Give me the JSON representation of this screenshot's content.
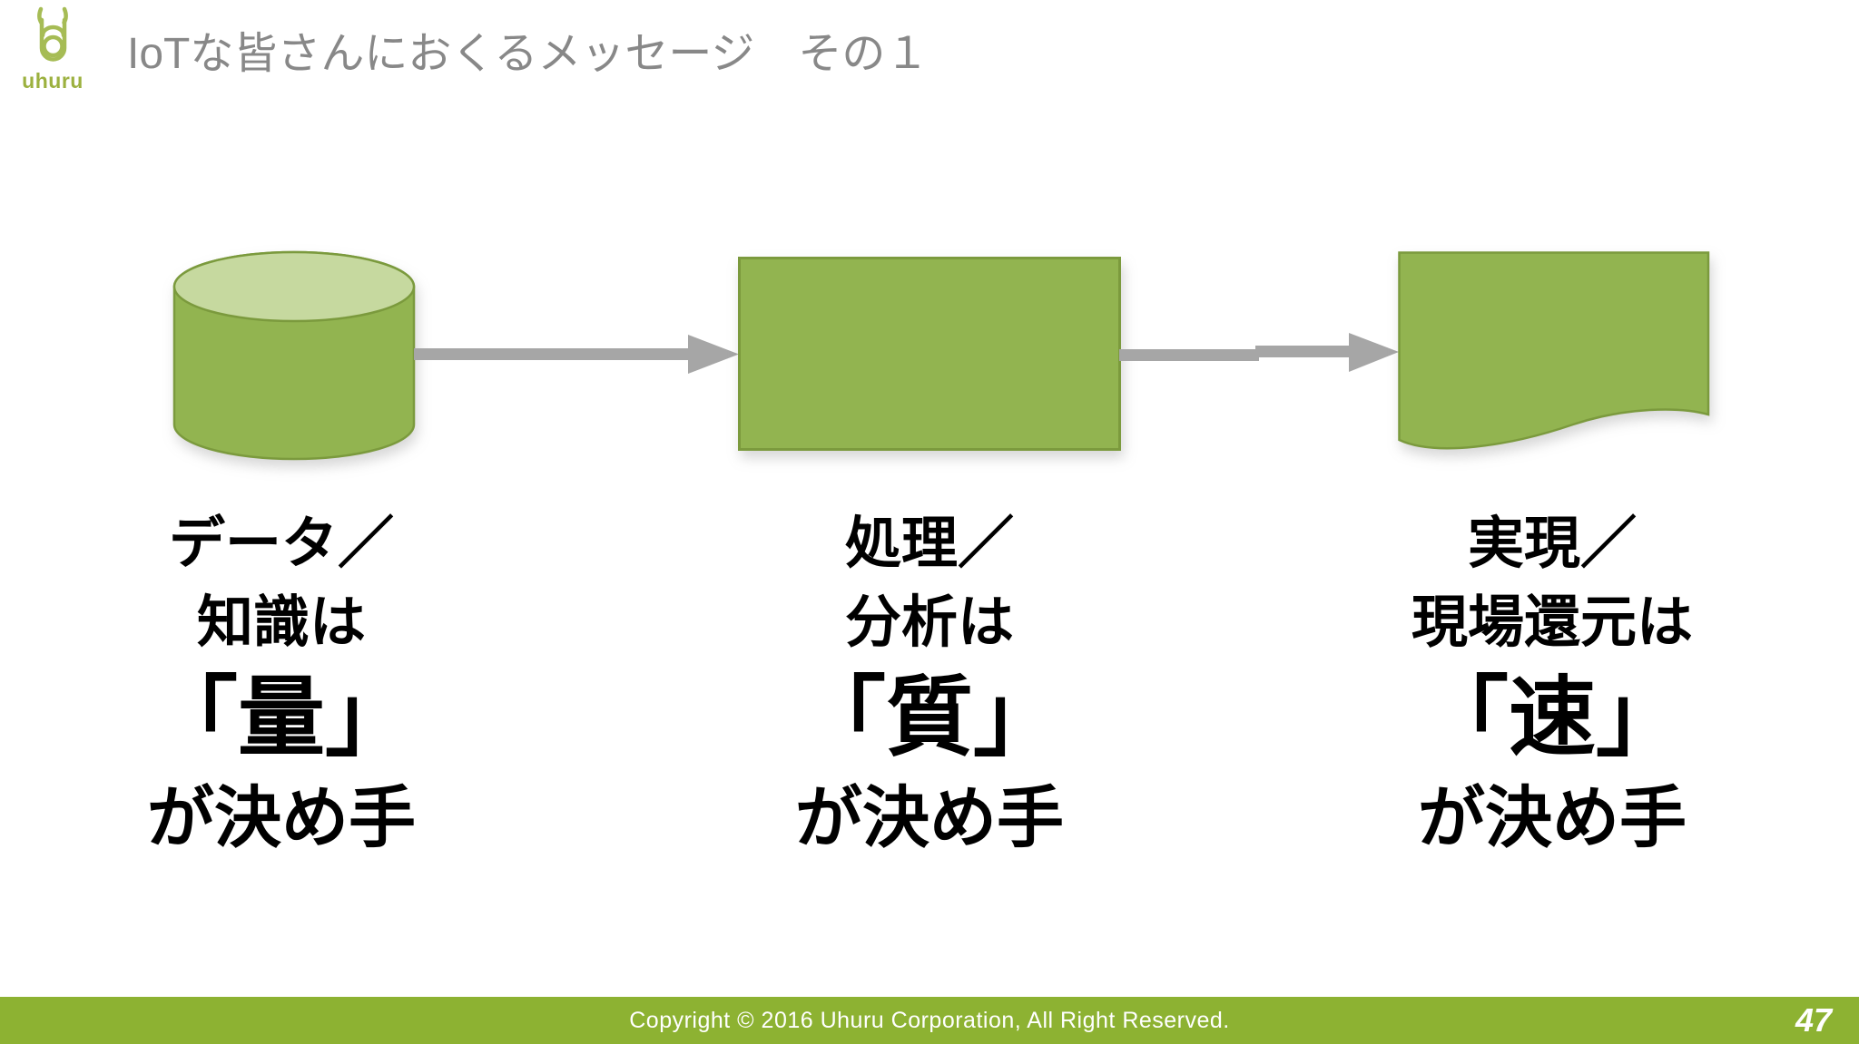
{
  "slide": {
    "logo_text": "uhuru",
    "title": "IoTな皆さんにおくるメッセージ　その１",
    "footer_text": "Copyright © 2016 Uhuru Corporation, All Right Reserved.",
    "page_number": "47"
  },
  "colors": {
    "shape_fill": "#92b450",
    "shape_border": "#7b9a3d",
    "cylinder_top_fill": "#c6d99f",
    "arrow_gray": "#a6a6a6",
    "footer_bar": "#8db232",
    "title_gray": "#888888",
    "caption_text": "#000000",
    "logo_green": "#a6bc55"
  },
  "diagram": {
    "nodes": [
      {
        "shape": "cylinder",
        "caption": [
          "データ／",
          "知識は",
          "「量」",
          "が決め手"
        ]
      },
      {
        "shape": "rectangle",
        "caption": [
          "処理／",
          "分析は",
          "「質」",
          "が決め手"
        ]
      },
      {
        "shape": "document",
        "caption": [
          "実現／",
          "現場還元は",
          "「速」",
          "が決め手"
        ]
      }
    ],
    "connectors": [
      "arrow-right",
      "arrow-right"
    ]
  }
}
